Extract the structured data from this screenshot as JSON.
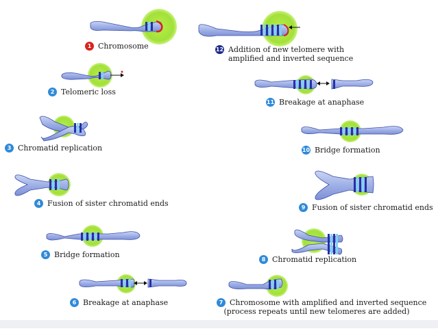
{
  "steps": [
    {
      "number": "1",
      "label": "Chromosome"
    },
    {
      "number": "2",
      "label": "Telomeric loss"
    },
    {
      "number": "3",
      "label": "Chromatid replication"
    },
    {
      "number": "4",
      "label": "Fusion of sister chromatid ends"
    },
    {
      "number": "5",
      "label": "Bridge formation"
    },
    {
      "number": "6",
      "label": "Breakage at anaphase"
    },
    {
      "number": "7",
      "label_line1": "Chromosome with amplified and inverted sequence",
      "label_line2": "(process repeats until new telomeres are added)"
    },
    {
      "number": "8",
      "label": "Chromatid replication"
    },
    {
      "number": "9",
      "label": "Fusion of sister chromatid ends"
    },
    {
      "number": "10",
      "label": "Bridge formation"
    },
    {
      "number": "11",
      "label": "Breakage at anaphase"
    },
    {
      "number": "12",
      "label_line1": "Addition of new telomere with",
      "label_line2": "amplified and inverted sequence"
    }
  ],
  "colors": {
    "chromosome_fill": "#a9b9e8",
    "chromosome_edge": "#3b4ea8",
    "band_dark": "#2430a8",
    "band_light": "#7fd0f0",
    "telomere": "#d8241f",
    "halo": "#a8e63a",
    "badge_red": "#d8241f",
    "badge_blue": "#2f8ad8",
    "badge_navy": "#1f2a8a"
  }
}
